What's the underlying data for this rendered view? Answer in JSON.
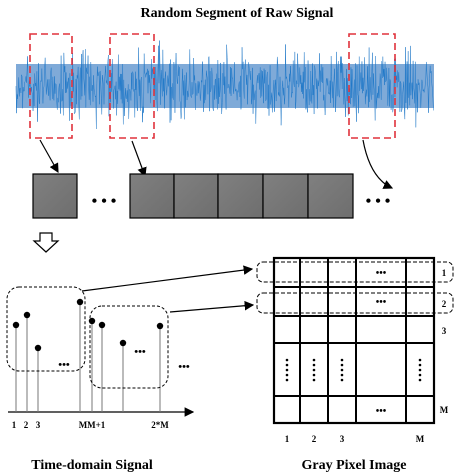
{
  "top_title": "Random Segment of Raw Signal",
  "bottom_left_title": "Time-domain Signal",
  "bottom_right_title": "Gray Pixel Image",
  "ellipsis": "• • •",
  "grid_dots": "•••",
  "axis_labels": {
    "one": "1",
    "two": "2",
    "three": "3",
    "m_m1": "MM+1",
    "two_m": "2*M"
  },
  "image_col_labels": [
    "1",
    "2",
    "3",
    "M"
  ],
  "image_row_labels": [
    "1",
    "2",
    "3",
    "M"
  ],
  "colors": {
    "signal": "#1f78c8",
    "segment_box": "#e0323c",
    "block_fill": "#7a7a7a"
  }
}
